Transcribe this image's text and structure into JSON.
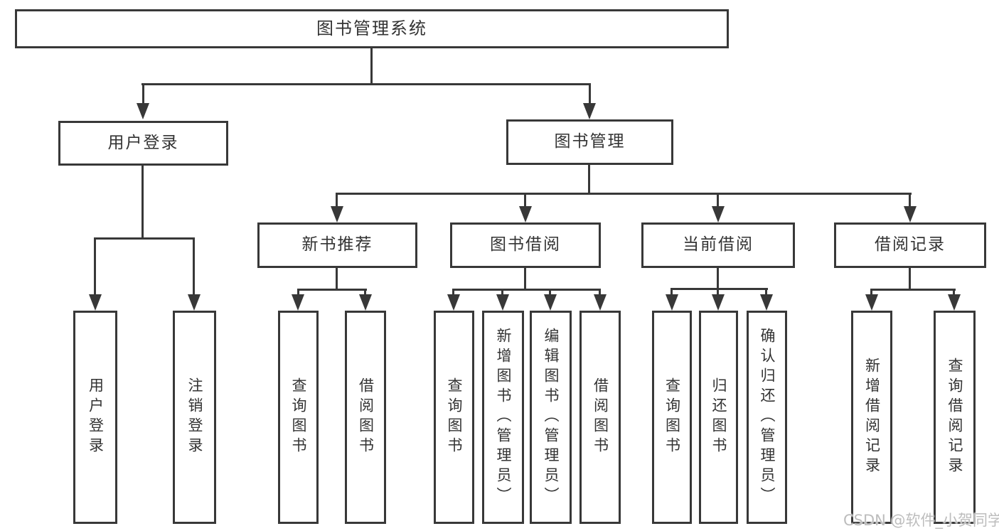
{
  "diagram": {
    "type": "hierarchy-tree",
    "tree": {
      "label": "图书管理系统",
      "children": [
        {
          "label": "用户登录",
          "children": [
            {
              "label": "用户登录"
            },
            {
              "label": "注销登录"
            }
          ]
        },
        {
          "label": "图书管理",
          "children": [
            {
              "label": "新书推荐",
              "children": [
                {
                  "label": "查询图书"
                },
                {
                  "label": "借阅图书"
                }
              ]
            },
            {
              "label": "图书借阅",
              "children": [
                {
                  "label": "查询图书"
                },
                {
                  "label": "新增图书（管理员）"
                },
                {
                  "label": "编辑图书（管理员）"
                },
                {
                  "label": "借阅图书"
                }
              ]
            },
            {
              "label": "当前借阅",
              "children": [
                {
                  "label": "查询图书"
                },
                {
                  "label": "归还图书"
                },
                {
                  "label": "确认归还（管理员）"
                }
              ]
            },
            {
              "label": "借阅记录",
              "children": [
                {
                  "label": "新增借阅记录"
                },
                {
                  "label": "查询借阅记录"
                }
              ]
            }
          ]
        }
      ]
    }
  },
  "watermark": {
    "text": "CSDN @软件_小贺同学"
  },
  "colors": {
    "line": "#383838",
    "ink": "#333333",
    "bg": "#ffffff",
    "watermark": "#bdbdbd"
  }
}
